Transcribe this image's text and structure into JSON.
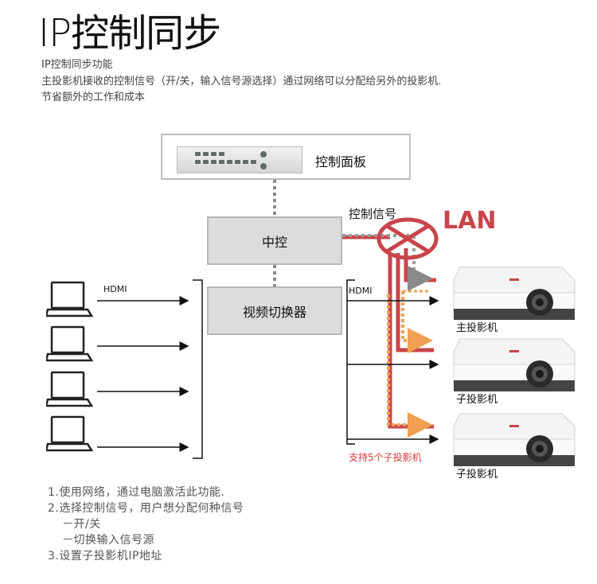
{
  "title": "IP控制同步",
  "description": [
    "IP控制同步功能",
    "主投影机接收的控制信号（开/关，输入信号源选择）通过网络可以分配给另外的投影机.",
    "节省额外的工作和成本"
  ],
  "diagram": {
    "control_panel_label": "控制面板",
    "central_control_label": "中控",
    "video_switcher_label": "视频切换器",
    "control_signal_label": "控制信号",
    "lan_label": "LAN",
    "hdmi_left_label": "HDMI",
    "hdmi_right_label": "HDMI",
    "projector_main_label": "主投影机",
    "projector_sub1_label": "子投影机",
    "projector_sub2_label": "子投影机",
    "support_label": "支持5个子投影机",
    "colors": {
      "lan_red": "#c9444b",
      "signal_orange": "#f0a050",
      "gray_signal": "#8a8a8a",
      "box_fill": "#dcdcdc"
    }
  },
  "notes": [
    "1.使用网络，通过电脑激活此功能.",
    "2.选择控制信号，用户想分配何种信号",
    "－开/关",
    "－切换输入信号源",
    "3.设置子投影机IP地址"
  ]
}
